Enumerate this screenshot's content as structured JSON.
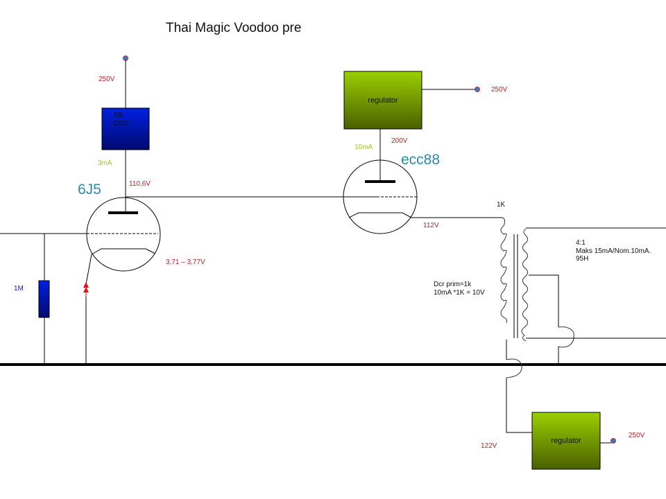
{
  "title": "Thai Magic Voodoo pre",
  "colors": {
    "voltage_label": "#c0202a",
    "current_label": "#a8c020",
    "tube_label": "#2a8ab0",
    "ccs_box_top": "#0020e0",
    "ccs_box_bottom": "#000a70",
    "regulator_top": "#9ad000",
    "regulator_bottom": "#4a6000",
    "terminal_dot": "#3a7ab8",
    "terminal_ring": "#c03050",
    "arrow": "#e01010"
  },
  "stage1": {
    "tube": "6J5",
    "supply_voltage": "250V",
    "ccs_label": "SB\nCCS",
    "current": "3mA",
    "plate_voltage": "110,6V",
    "heater_voltage": "3,71 – 3,77V",
    "grid_resistor": "1M"
  },
  "stage2": {
    "tube": "ecc88",
    "regulator_label": "regulator",
    "supply_voltage": "250V",
    "plate_voltage": "200V",
    "current": "10mA",
    "cathode_voltage": "112V"
  },
  "transformer": {
    "primary_label": "1K",
    "ratio_notes": "4:1\nMaks 15mA/Nom.10mA.\n95H",
    "dcr_notes": "Dcr prim=1k\n10mA *1K = 10V"
  },
  "bias_regulator": {
    "label": "regulator",
    "output_voltage": "122V",
    "supply_voltage": "250V"
  }
}
